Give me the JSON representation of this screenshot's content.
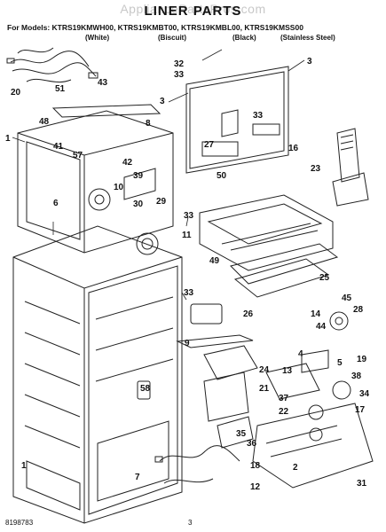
{
  "header": {
    "watermark": "AppliancePartsPros.com",
    "title": "LINER PARTS",
    "models_line": "For Models: KTRS19KMWH00, KTRS19KMBT00, KTRS19KMBL00, KTRS19KMSS00",
    "colors": [
      "(White)",
      "(Biscuit)",
      "(Black)",
      "(Stainless Steel)"
    ]
  },
  "footer": {
    "doc_number": "8198783",
    "page_number": "3"
  },
  "callouts": [
    "20",
    "51",
    "48",
    "43",
    "41",
    "57",
    "42",
    "39",
    "10",
    "6",
    "30",
    "29",
    "8",
    "32",
    "33",
    "3",
    "3",
    "33",
    "27",
    "16",
    "50",
    "23",
    "49",
    "25",
    "11",
    "33",
    "45",
    "28",
    "14",
    "26",
    "9",
    "44",
    "4",
    "5",
    "13",
    "19",
    "24",
    "58",
    "21",
    "38",
    "34",
    "37",
    "22",
    "17",
    "35",
    "36",
    "7",
    "18",
    "12",
    "31",
    "1",
    "2",
    "1",
    "33"
  ]
}
